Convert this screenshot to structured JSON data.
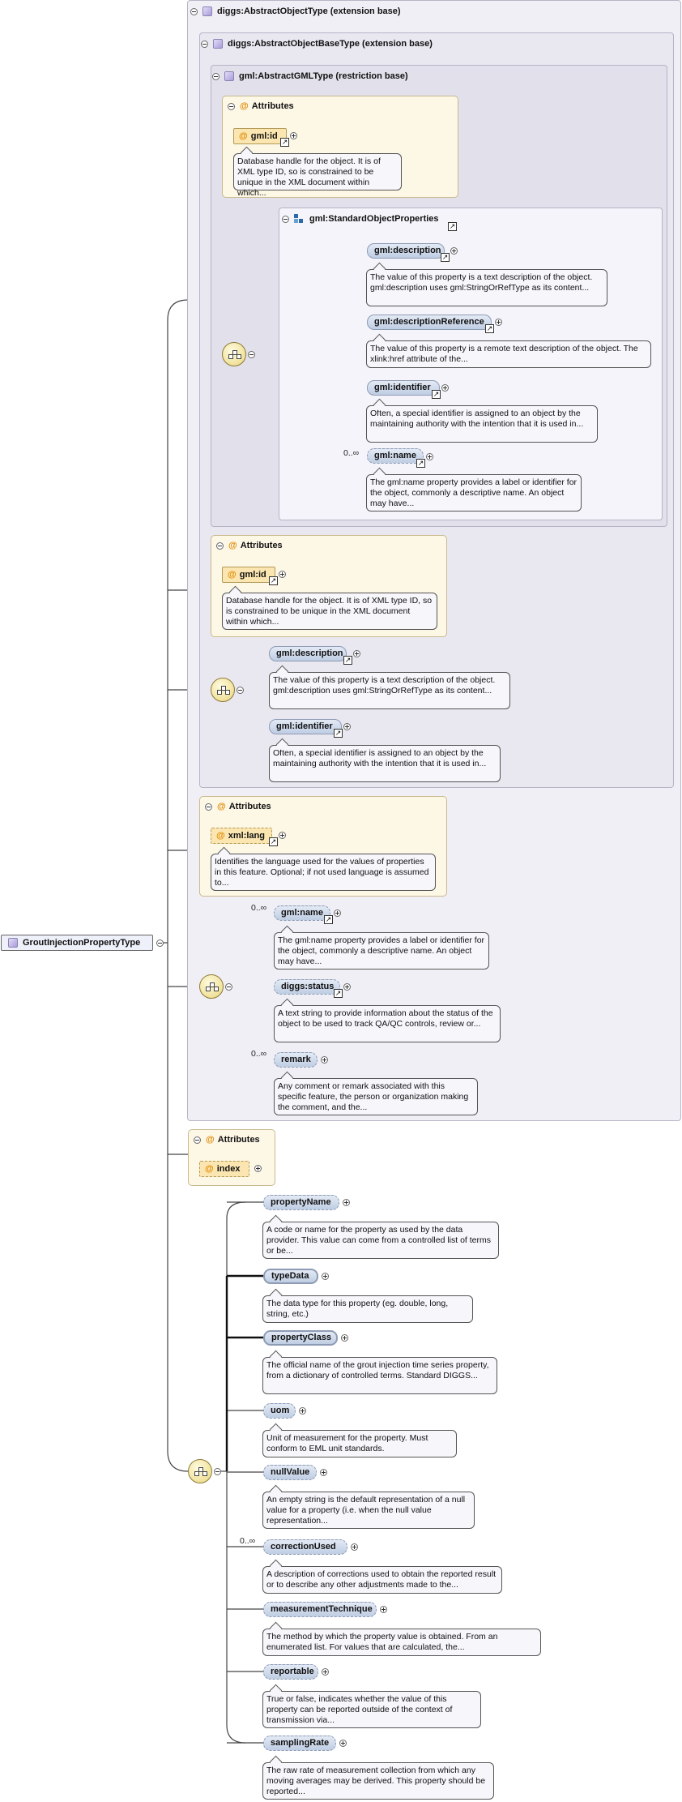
{
  "root": {
    "label": "GroutInjectionPropertyType"
  },
  "extension1": {
    "title": "diggs:AbstractObjectType (extension base)",
    "extension2": {
      "title": "diggs:AbstractObjectBaseType (extension base)",
      "restriction": {
        "title": "gml:AbstractGMLType (restriction base)",
        "attributes": {
          "header": "Attributes",
          "gml_id": {
            "label": "gml:id",
            "desc": "Database handle for the object. It is of XML type ID, so is constrained to be unique in the XML document within which..."
          }
        },
        "group": {
          "title": "gml:StandardObjectProperties",
          "description": {
            "label": "gml:description",
            "desc": "The value of this property is a text description of the object. gml:description uses gml:StringOrRefType as its content..."
          },
          "descriptionReference": {
            "label": "gml:descriptionReference",
            "desc": "The value of this property is a remote text description of the object. The xlink:href attribute of the..."
          },
          "identifier": {
            "label": "gml:identifier",
            "desc": "Often, a special identifier is assigned to an object by the maintaining authority with the intention that it is used in..."
          },
          "name": {
            "label": "gml:name",
            "occurs": "0..∞",
            "desc": "The gml:name property provides a label or identifier for the object, commonly a descriptive name. An object may have..."
          }
        }
      },
      "attributes": {
        "header": "Attributes",
        "gml_id": {
          "label": "gml:id",
          "desc": "Database handle for the object. It is of XML type ID, so is constrained to be unique in the XML document within which..."
        }
      },
      "sequence": {
        "description": {
          "label": "gml:description",
          "desc": "The value of this property is a text description of the object. gml:description uses gml:StringOrRefType as its content..."
        },
        "identifier": {
          "label": "gml:identifier",
          "desc": "Often, a special identifier is assigned to an object by the maintaining authority with the intention that it is used in..."
        }
      }
    },
    "attributes": {
      "header": "Attributes",
      "xml_lang": {
        "label": "xml:lang",
        "desc": "Identifies the language used for the values of properties in this feature. Optional; if not used language is assumed to..."
      }
    },
    "sequence": {
      "name": {
        "label": "gml:name",
        "occurs": "0..∞",
        "desc": "The gml:name property provides a label or identifier for the object, commonly a descriptive name. An object may have..."
      },
      "status": {
        "label": "diggs:status",
        "desc": "A text string to provide information about the status of the object to be used to track QA/QC controls, review or..."
      },
      "remark": {
        "label": "remark",
        "occurs": "0..∞",
        "desc": "Any comment or remark associated with this specific feature, the person or organization making the comment, and the..."
      }
    }
  },
  "attributes": {
    "header": "Attributes",
    "index": {
      "label": "index"
    }
  },
  "elements": [
    {
      "label": "propertyName",
      "desc": "A code or name for the property as used by the data provider. This value can come from a controlled list of terms or be...",
      "occurs": ""
    },
    {
      "label": "typeData",
      "desc": "The data type for this property (eg. double, long, string, etc.)",
      "occurs": ""
    },
    {
      "label": "propertyClass",
      "desc": "The official name of the grout injection time series property, from a dictionary of controlled terms. Standard DIGGS...",
      "occurs": ""
    },
    {
      "label": "uom",
      "desc": "Unit of measurement for the property. Must conform to EML unit standards.",
      "occurs": ""
    },
    {
      "label": "nullValue",
      "desc": "An empty string is the default representation of a null value for a property (i.e. when the null value representation...",
      "occurs": ""
    },
    {
      "label": "correctionUsed",
      "desc": "A description of corrections used to obtain the reported result or to describe any other adjustments made to the...",
      "occurs": "0..∞"
    },
    {
      "label": "measurementTechnique",
      "desc": "The method by which the property value is obtained. From an enumerated list. For values that are calculated, the...",
      "occurs": ""
    },
    {
      "label": "reportable",
      "desc": "True or false, indicates whether the value of this property can be reported outside of the context of transmission via...",
      "occurs": ""
    },
    {
      "label": "samplingRate",
      "desc": "The raw rate of measurement collection from which any moving averages may be derived. This property should be reported...",
      "occurs": ""
    }
  ]
}
